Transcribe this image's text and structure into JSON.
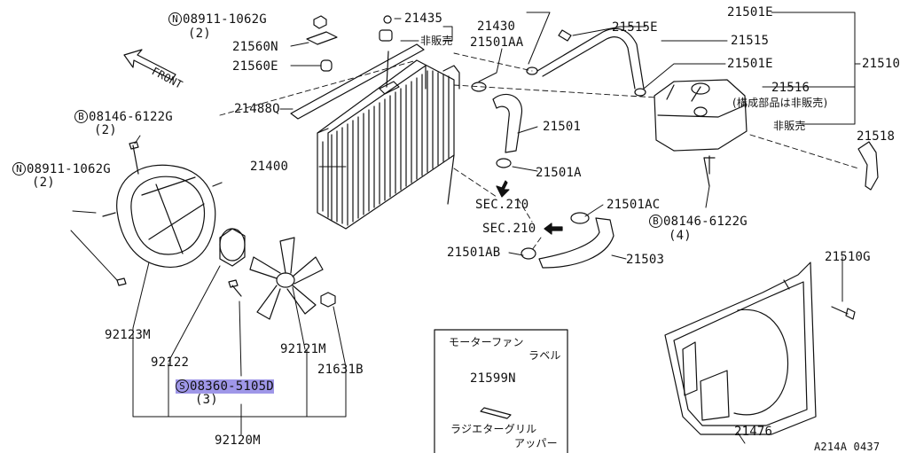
{
  "diagram": {
    "ref_code": "A214A 0437",
    "front_label": "FRONT",
    "labels": {
      "n_08911_top": "08911-1062G",
      "n_08911_top_qty": "(2)",
      "p21435": "21435",
      "p21430": "21430",
      "not_sold_top": "非販売",
      "p21560N": "21560N",
      "p21560E": "21560E",
      "p21501AA": "21501AA",
      "p21515E": "21515E",
      "p21501E_top": "21501E",
      "p21515": "21515",
      "p21501E_mid": "21501E",
      "p21510": "21510",
      "p21516": "21516",
      "p21516_note": "(構成部品は非販売)",
      "not_sold_mid": "非販売",
      "p21518": "21518",
      "p21488Q": "21488Q",
      "b_08146_left": "08146-6122G",
      "b_08146_left_qty": "(2)",
      "p21501": "21501",
      "p21400": "21400",
      "p21501A": "21501A",
      "n_08911_left": "08911-1062G",
      "n_08911_left_qty": "(2)",
      "sec210_a": "SEC.210",
      "sec210_b": "SEC.210",
      "p21501AC": "21501AC",
      "b_08146_right": "08146-6122G",
      "b_08146_right_qty": "(4)",
      "p21501AB": "21501AB",
      "p21503": "21503",
      "p21510G": "21510G",
      "p92123M": "92123M",
      "p92122": "92122",
      "p92121M": "92121M",
      "s_08360": "08360-5105D",
      "s_08360_qty": "(3)",
      "p21631B": "21631B",
      "p92120M": "92120M",
      "motor_fan_label": "モーターファン",
      "label_word": "ラベル",
      "p21599N": "21599N",
      "radiator_grille": "ラジエターグリル",
      "upper": "アッパー",
      "p21476": "21476"
    },
    "markers": {
      "N": "N",
      "B": "B",
      "S": "S"
    }
  }
}
